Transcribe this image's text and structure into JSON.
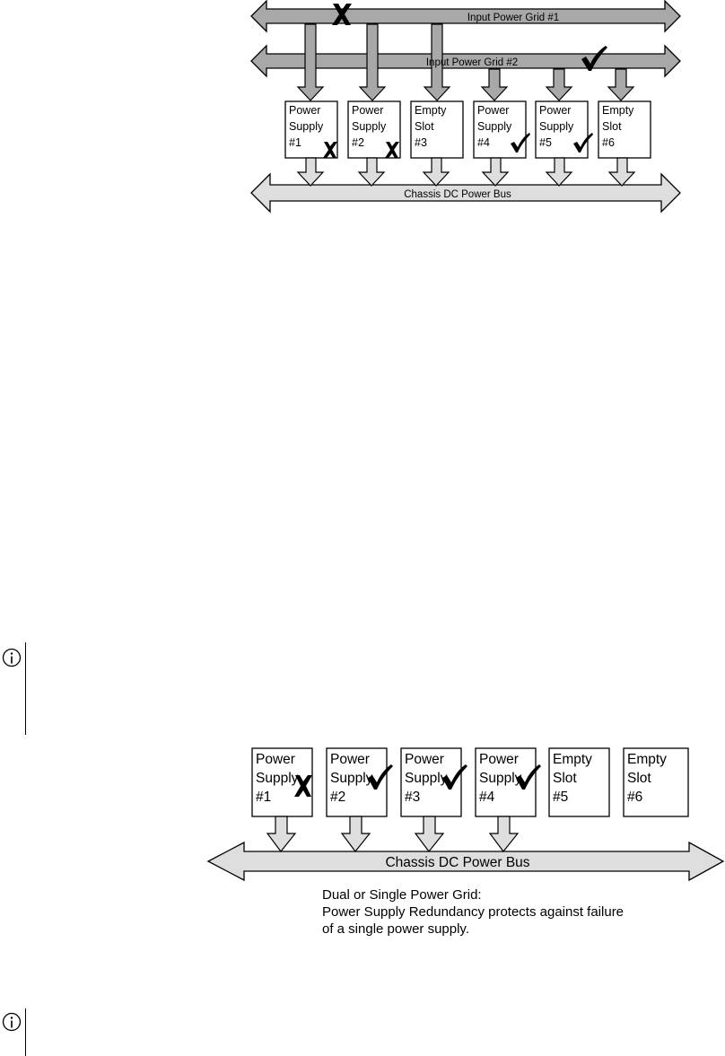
{
  "diagram1": {
    "grid1_label": "Input Power Grid #1",
    "grid2_label": "Input Power Grid #2",
    "bus_label": "Chassis DC Power Bus",
    "slots": [
      {
        "lines": [
          "Power",
          "Supply",
          "#1"
        ],
        "status": "fail"
      },
      {
        "lines": [
          "Power",
          "Supply",
          "#2"
        ],
        "status": "fail"
      },
      {
        "lines": [
          "Empty",
          "Slot",
          "#3"
        ],
        "status": "none"
      },
      {
        "lines": [
          "Power",
          "Supply",
          "#4"
        ],
        "status": "ok"
      },
      {
        "lines": [
          "Power",
          "Supply",
          "#5"
        ],
        "status": "ok"
      },
      {
        "lines": [
          "Empty",
          "Slot",
          "#6"
        ],
        "status": "none"
      }
    ],
    "grid1_status": "fail",
    "grid2_status": "ok"
  },
  "diagram2": {
    "bus_label": "Chassis DC Power Bus",
    "slots": [
      {
        "lines": [
          "Power",
          "Supply",
          "#1"
        ],
        "status": "fail"
      },
      {
        "lines": [
          "Power",
          "Supply",
          "#2"
        ],
        "status": "ok"
      },
      {
        "lines": [
          "Power",
          "Supply",
          "#3"
        ],
        "status": "ok"
      },
      {
        "lines": [
          "Power",
          "Supply",
          "#4"
        ],
        "status": "ok"
      },
      {
        "lines": [
          "Empty",
          "Slot",
          "#5"
        ],
        "status": "none"
      },
      {
        "lines": [
          "Empty",
          "Slot",
          "#6"
        ],
        "status": "none"
      }
    ],
    "caption": [
      "Dual or Single Power Grid:",
      "Power Supply Redundancy protects against failure",
      "of a single power supply."
    ]
  },
  "colors": {
    "grid_arrow": "#a8a8a8",
    "bus_arrow": "#dedede",
    "outline": "#000000"
  },
  "icons": [
    "cross-mark-icon",
    "check-mark-icon",
    "info-icon"
  ]
}
